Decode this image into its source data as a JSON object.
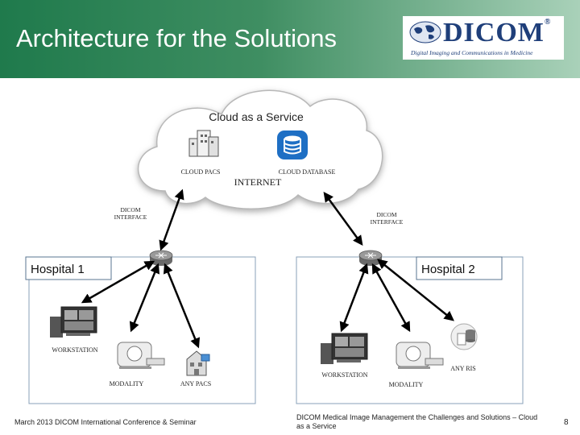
{
  "slide": {
    "title": "Architecture for the Solutions",
    "page_number": "8"
  },
  "logo": {
    "name": "DICOM",
    "trademark": "®",
    "tagline": "Digital Imaging and Communications in Medicine",
    "color": "#1f3f7a"
  },
  "diagram": {
    "cloud": {
      "title": "Cloud as a Service",
      "pacs_label": "CLOUD PACS",
      "database_label": "CLOUD DATABASE",
      "network_label": "INTERNET"
    },
    "interfaces": {
      "left_line1": "DICOM",
      "left_line2": "INTERFACE",
      "right_line1": "DICOM",
      "right_line2": "INTERFACE"
    },
    "hospital1": {
      "name": "Hospital 1",
      "workstation_label": "WORKSTATION",
      "modality_label": "MODALITY",
      "pacs_label": "ANY PACS"
    },
    "hospital2": {
      "name": "Hospital 2",
      "workstation_label": "WORKSTATION",
      "modality_label": "MODALITY",
      "ris_label": "ANY RIS"
    }
  },
  "footer": {
    "left": "March 2013 DICOM International Conference & Seminar",
    "middle": "DICOM Medical Image Management the Challenges and Solutions – Cloud as a Service"
  },
  "colors": {
    "header_green": "#1f7a4c",
    "cloud_fill": "#ffffff",
    "database_blue": "#1e6fc4",
    "hospital_border": "#8aa0b8"
  }
}
